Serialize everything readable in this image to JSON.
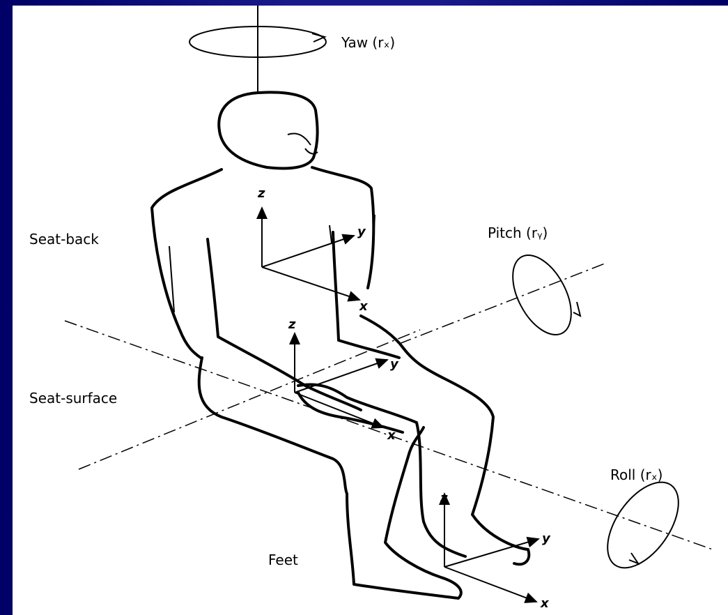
{
  "labels": {
    "yaw": "Yaw (rₓ)",
    "pitch": "Pitch (rᵧ)",
    "roll": "Roll (rₓ)",
    "seat_back": "Seat-back",
    "seat_surface": "Seat-surface",
    "feet": "Feet"
  },
  "axes": {
    "back": {
      "z": "z",
      "y": "y",
      "x": "x"
    },
    "seat": {
      "z": "z",
      "y": "y",
      "x": "x"
    },
    "feet": {
      "z": "z",
      "y": "y",
      "x": "x"
    }
  }
}
